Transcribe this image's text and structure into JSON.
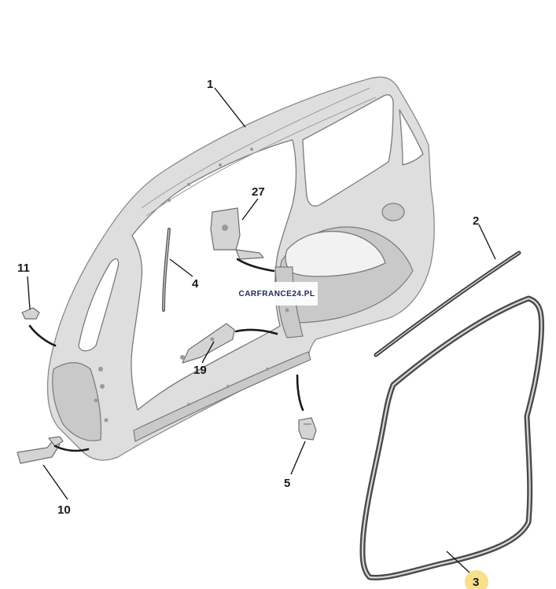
{
  "callouts": {
    "c1": "1",
    "c2": "2",
    "c3": "3",
    "c4": "4",
    "c5": "5",
    "c10": "10",
    "c11": "11",
    "c19": "19",
    "c27": "27"
  },
  "watermark": {
    "text": "CARFRANCE24.PL"
  },
  "colors": {
    "panel": "#dedede",
    "outline": "#8a8a8a",
    "seal": "#4a4a4a",
    "highlight": "#f7e08a"
  }
}
